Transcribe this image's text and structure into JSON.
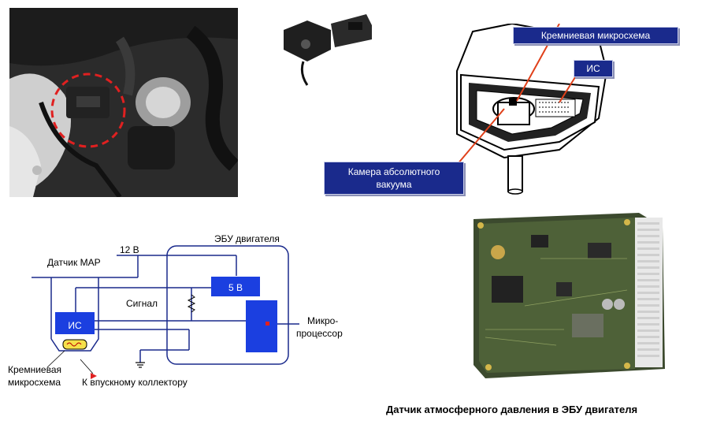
{
  "callouts": {
    "chip": "Кремниевая микросхема",
    "ic": "ИС",
    "vacuum_line1": "Камера абсолютного",
    "vacuum_line2": "вакуума"
  },
  "circuit": {
    "ecu_title": "ЭБУ двигателя",
    "supply": "12 В",
    "map_sensor": "Датчик MAP",
    "five_volt": "5 В",
    "signal": "Сигнал",
    "ic": "ИС",
    "micro_line1": "Микро-",
    "micro_line2": "процессор",
    "chip_line1": "Кремниевая",
    "chip_line2": "микросхема",
    "intake": "К впускному коллектору"
  },
  "caption": "Датчик атмосферного давления в ЭБУ двигателя",
  "colors": {
    "callout_bg": "#1a2a8c",
    "block_blue": "#1b3fe0",
    "highlight_red": "#e02020",
    "chip_yellow": "#f5e04a"
  }
}
